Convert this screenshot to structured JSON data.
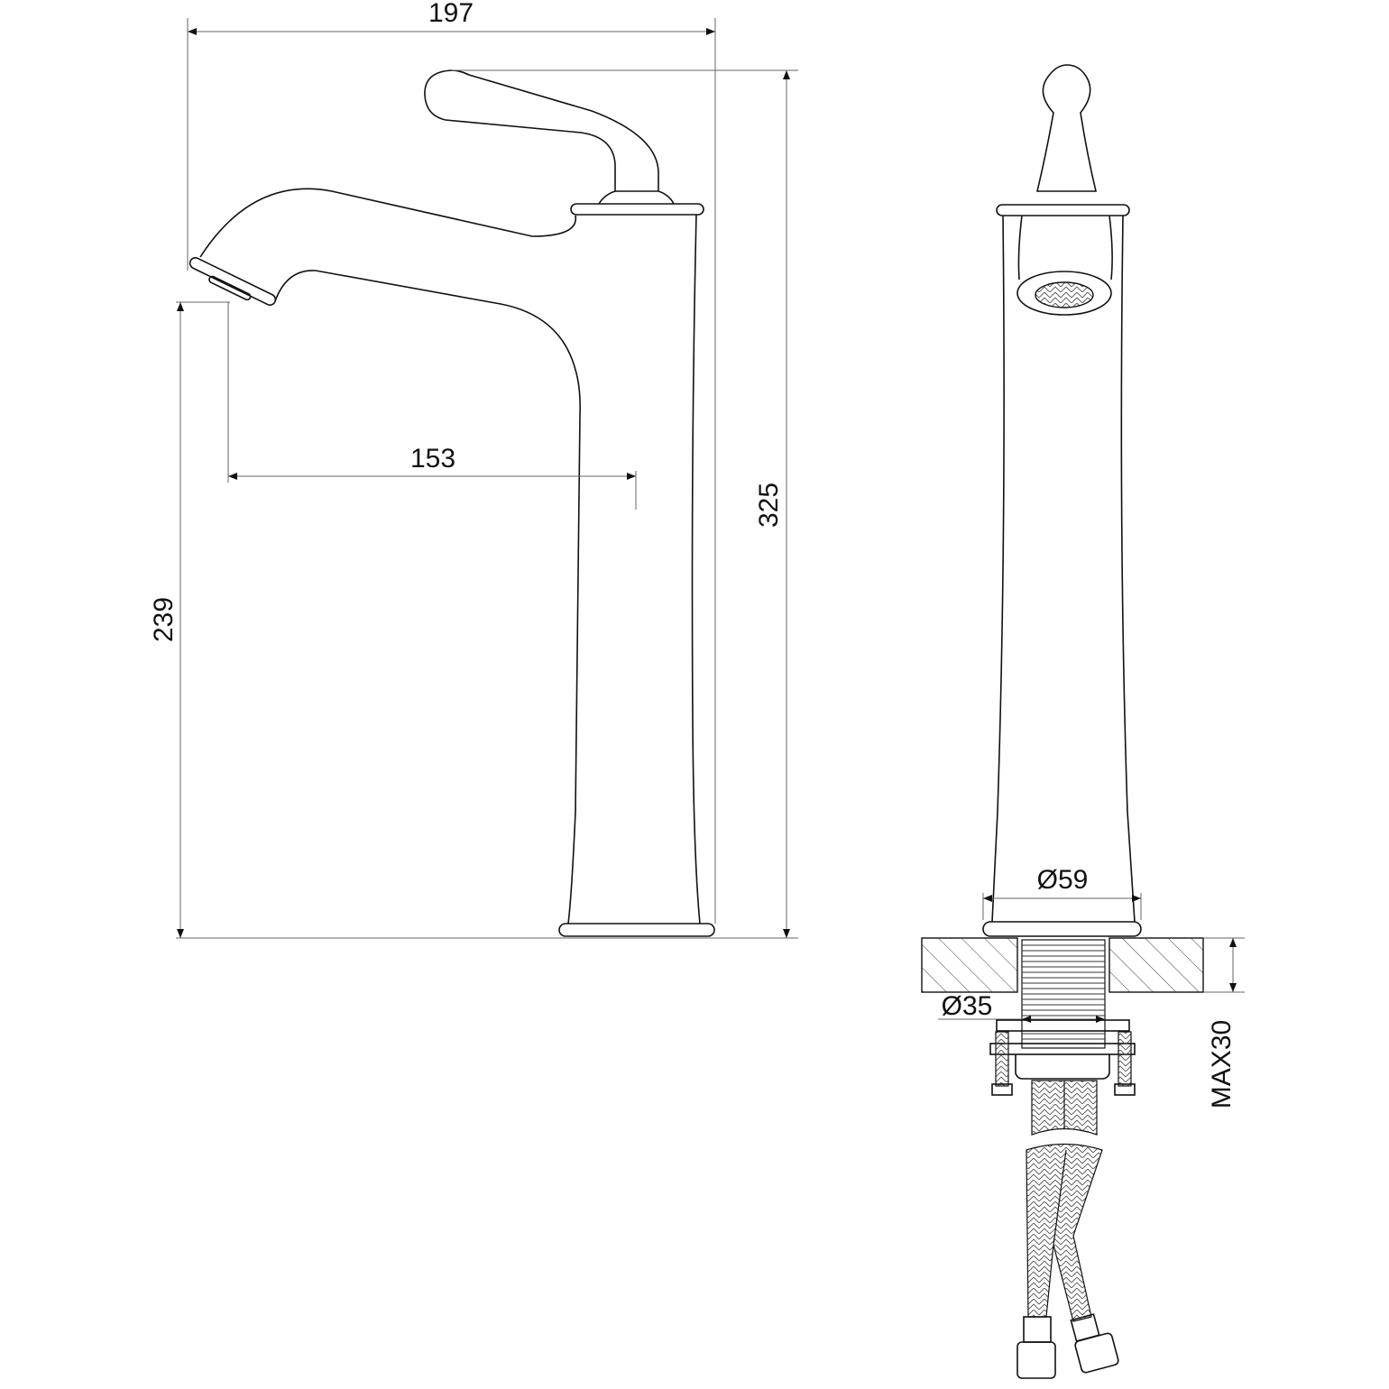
{
  "title": "Vessel basin faucet technical drawing",
  "dimensions": {
    "overall_width": "197",
    "spout_reach": "153",
    "overall_height": "325",
    "spout_height": "239",
    "base_diameter": "Ø59",
    "thread_diameter": "Ø35",
    "max_counter_thickness": "MAX30"
  },
  "colors": {
    "line": "#111111",
    "dimension": "#666666"
  }
}
